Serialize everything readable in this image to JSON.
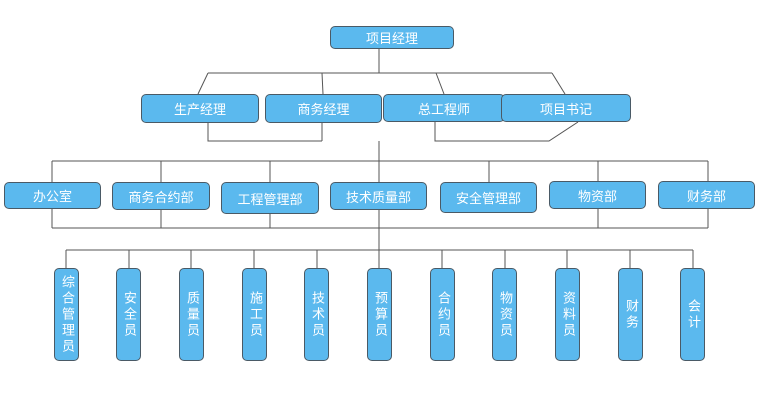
{
  "title": "项目部组织架构图",
  "colors": {
    "node_fill": "#5bb9ee",
    "node_border": "#4a5a66",
    "line": "#555555",
    "text": "#ffffff"
  },
  "root": {
    "label": "项目经理"
  },
  "managers": [
    {
      "label": "生产经理"
    },
    {
      "label": "商务经理"
    },
    {
      "label": "总工程师"
    },
    {
      "label": "项目书记"
    }
  ],
  "departments": [
    {
      "label": "办公室"
    },
    {
      "label": "商务合约部"
    },
    {
      "label": "工程管理部"
    },
    {
      "label": "技术质量部"
    },
    {
      "label": "安全管理部"
    },
    {
      "label": "物资部"
    },
    {
      "label": "财务部"
    }
  ],
  "staff": [
    {
      "label": "综合管理员"
    },
    {
      "label": "安全员"
    },
    {
      "label": "质量员"
    },
    {
      "label": "施工员"
    },
    {
      "label": "技术员"
    },
    {
      "label": "预算员"
    },
    {
      "label": "合约员"
    },
    {
      "label": "物资员"
    },
    {
      "label": "资料员"
    },
    {
      "label": "财务"
    },
    {
      "label": "会计"
    }
  ]
}
